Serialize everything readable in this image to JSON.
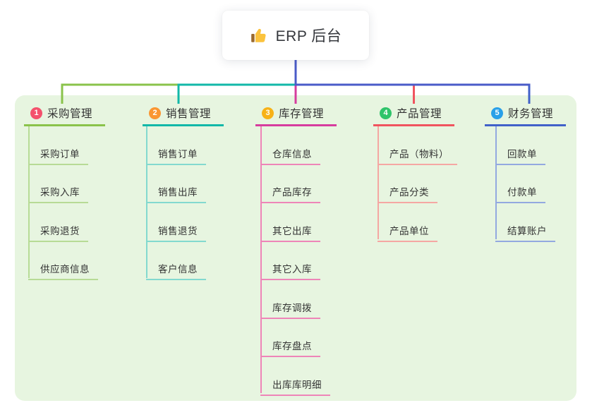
{
  "root": {
    "label": "ERP 后台",
    "icon": "thumbs-up-icon"
  },
  "palette": {
    "canvas_bg": "#ffffff",
    "panel_bg": "#e7f5e0",
    "text": "#333333",
    "root_text": "#35373c",
    "connector_blue": "#4a5bc8",
    "thumb_yellow": "#fbc33d",
    "thumb_cuff": "#9a6a2f"
  },
  "branches": [
    {
      "index": "1",
      "label": "采购管理",
      "color": "#8ac34b",
      "light_color": "#b7db96",
      "badge_color": "#f4516c",
      "children": [
        "采购订单",
        "采购入库",
        "采购退货",
        "供应商信息"
      ]
    },
    {
      "index": "2",
      "label": "销售管理",
      "color": "#12b8a8",
      "light_color": "#83d9cf",
      "badge_color": "#fa9632",
      "children": [
        "销售订单",
        "销售出库",
        "销售退货",
        "客户信息"
      ]
    },
    {
      "index": "3",
      "label": "库存管理",
      "color": "#d63c9e",
      "light_color": "#ee85b8",
      "badge_color": "#f7b217",
      "children": [
        "仓库信息",
        "产品库存",
        "其它出库",
        "其它入库",
        "库存调拨",
        "库存盘点",
        "出库库明细"
      ]
    },
    {
      "index": "4",
      "label": "产品管理",
      "color": "#f0545f",
      "light_color": "#f5a7a3",
      "badge_color": "#2fc46a",
      "children": [
        "产品（物料）",
        "产品分类",
        "产品单位"
      ]
    },
    {
      "index": "5",
      "label": "财务管理",
      "color": "#4161c9",
      "light_color": "#93a9e0",
      "badge_color": "#2aa0e8",
      "children": [
        "回款单",
        "付款单",
        "结算账户"
      ]
    }
  ]
}
